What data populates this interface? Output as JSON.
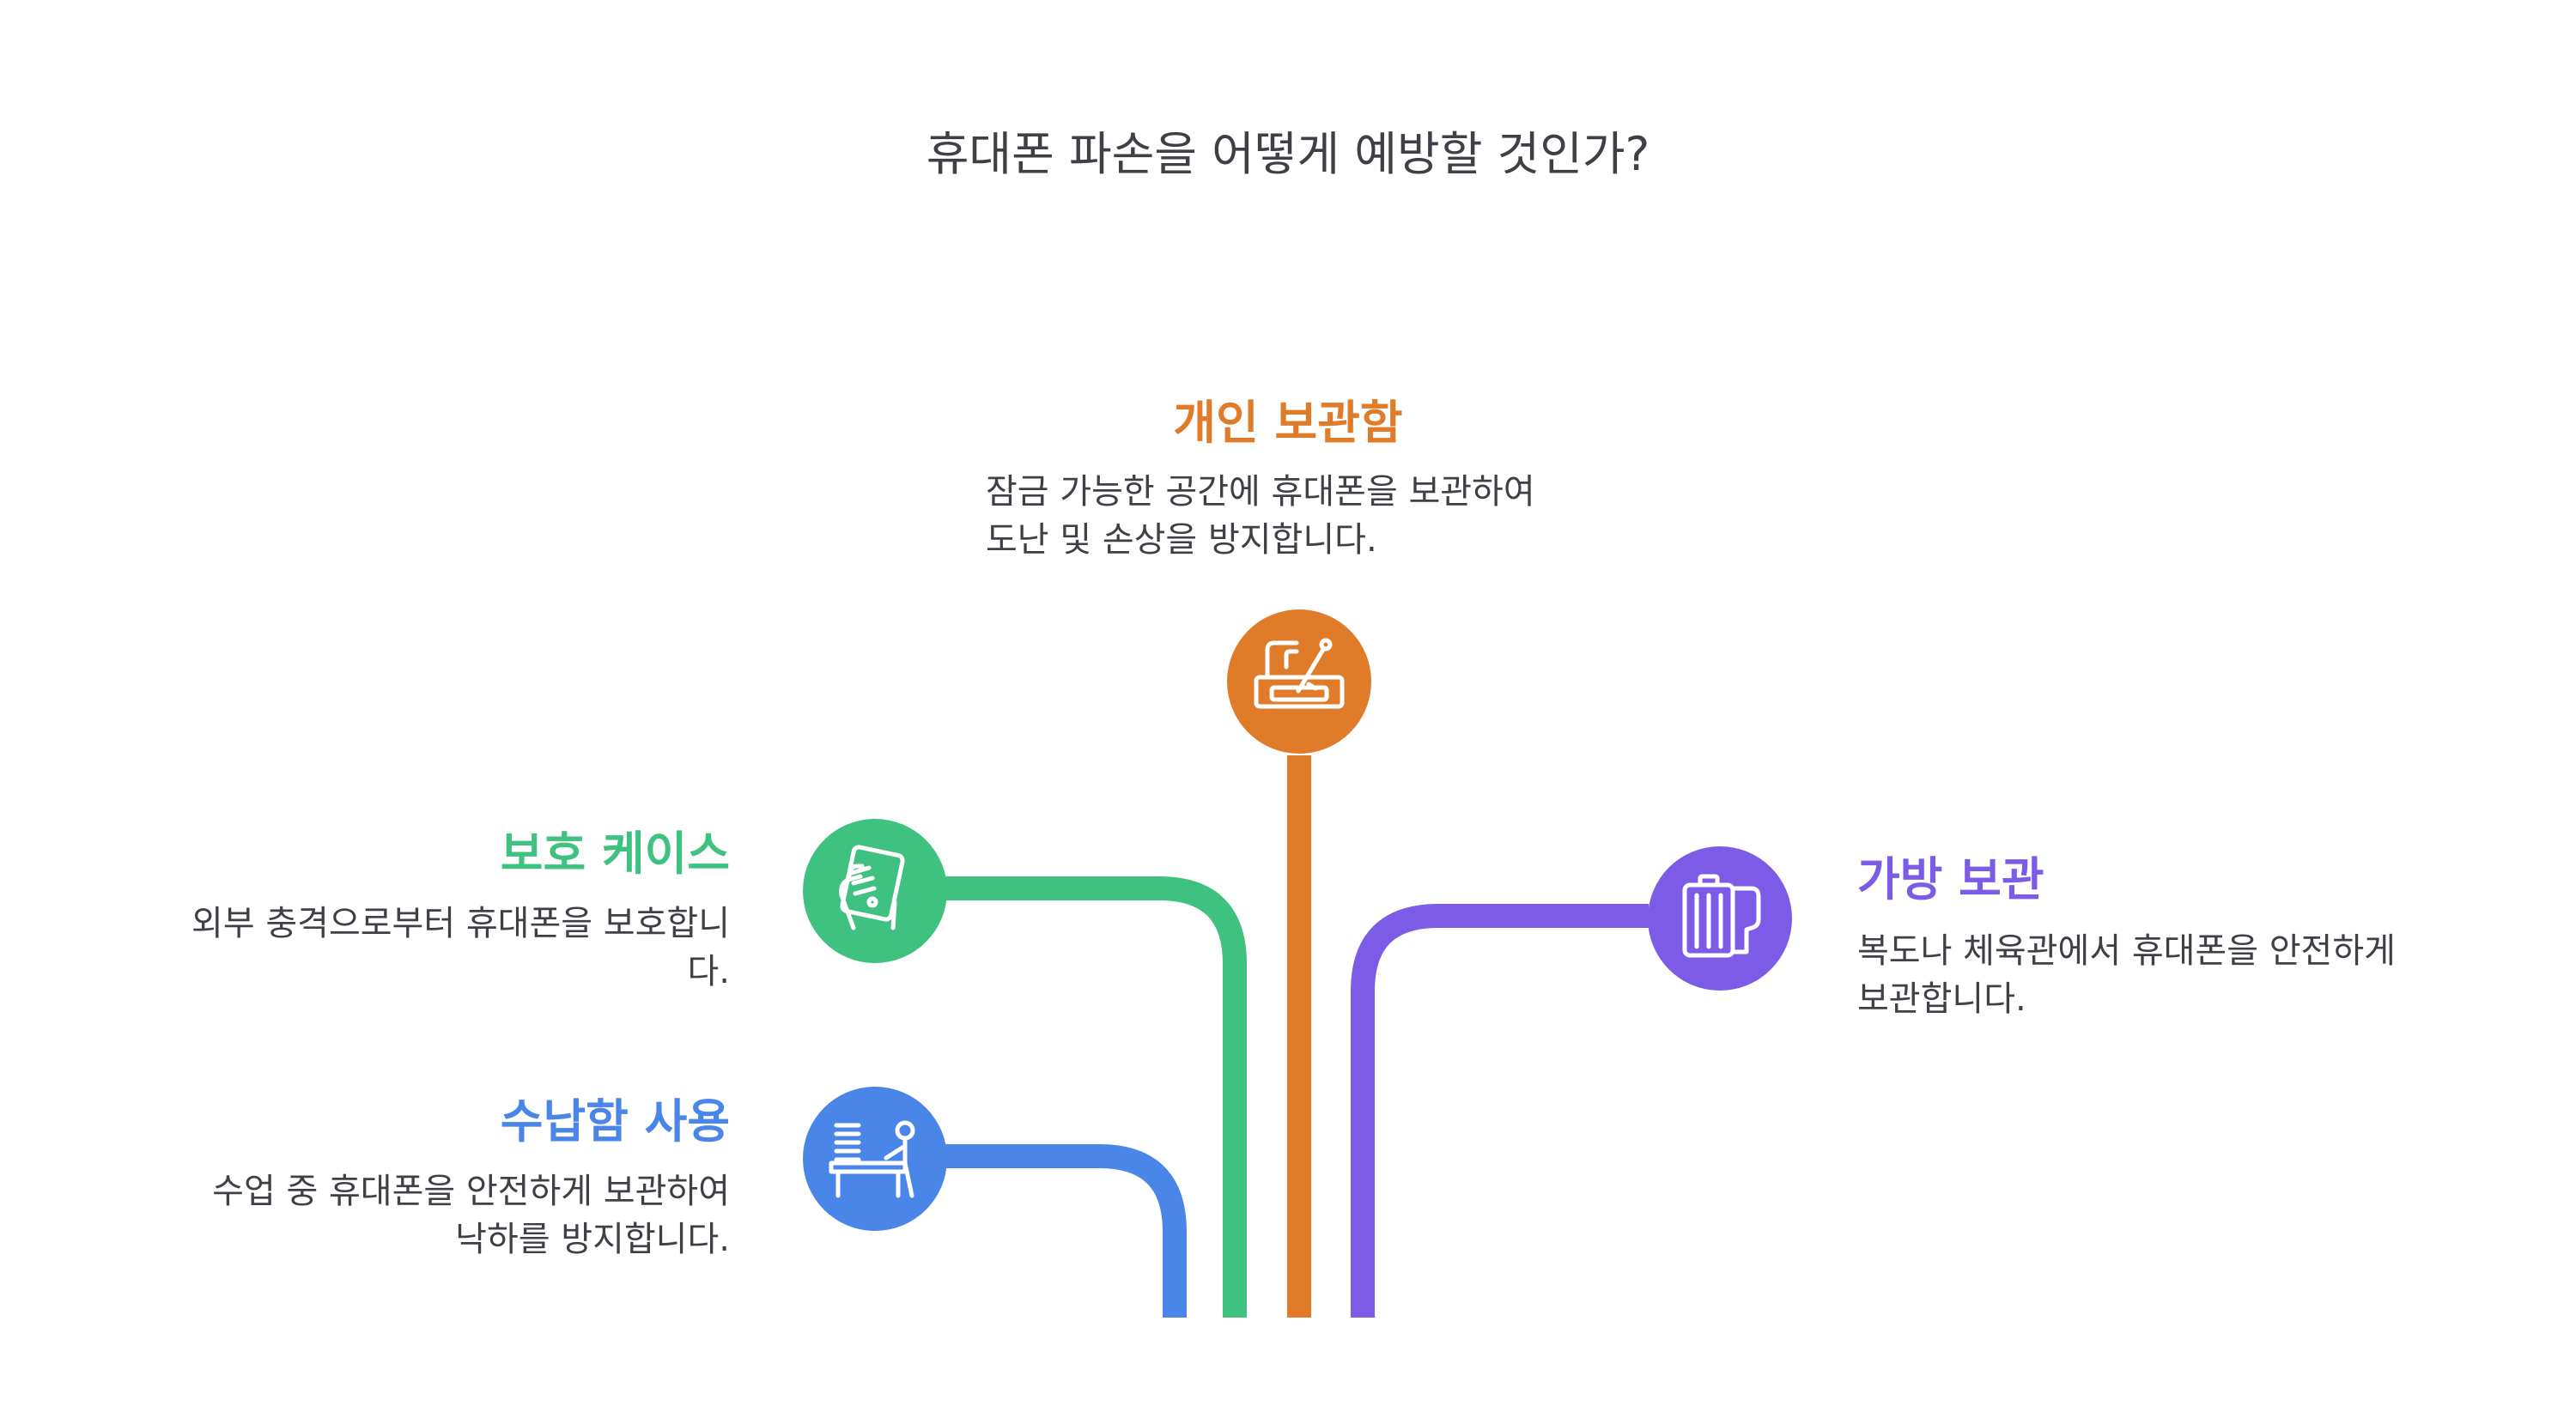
{
  "title": "휴대폰 파손을 어떻게 예방할 것인가?",
  "branches": [
    {
      "id": "personal-locker",
      "heading": "개인 보관함",
      "desc_lines": [
        "잠금 가능한 공간에 휴대폰을 보관하여",
        "도난 및 손상을 방지합니다."
      ],
      "color": "#E07B2A",
      "icon": "locker-box-icon"
    },
    {
      "id": "protective-case",
      "heading": "보호 케이스",
      "desc_lines": [
        "외부 충격으로부터 휴대폰을 보호합니",
        "다."
      ],
      "color": "#3FC27F",
      "icon": "phone-in-hand-icon"
    },
    {
      "id": "storage-box",
      "heading": "수납함 사용",
      "desc_lines": [
        "수업 중 휴대폰을 안전하게 보관하여",
        "낙하를 방지합니다."
      ],
      "color": "#4A86E8",
      "icon": "person-at-desk-icon"
    },
    {
      "id": "bag-storage",
      "heading": "가방 보관",
      "desc_lines": [
        "복도나 체육관에서 휴대폰을 안전하게",
        "보관합니다."
      ],
      "color": "#7C5CE6",
      "icon": "bag-icon"
    }
  ]
}
